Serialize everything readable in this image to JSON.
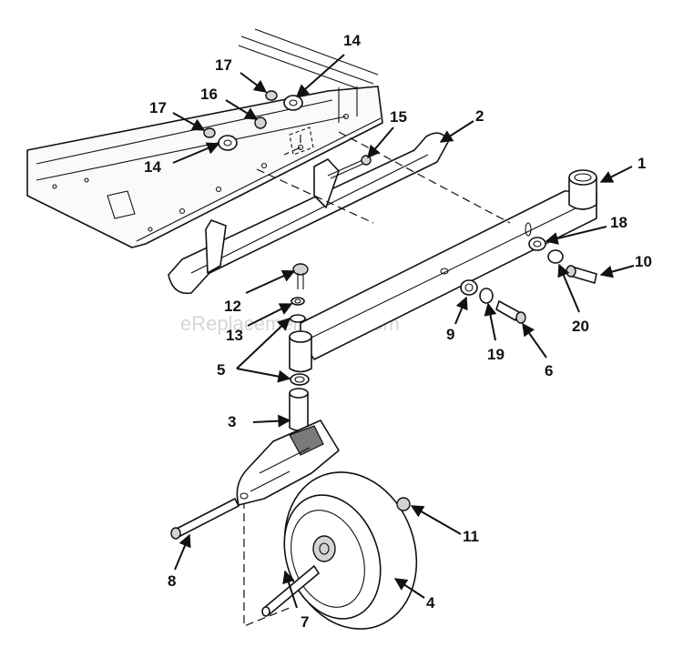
{
  "watermark": "eReplacementParts.com",
  "callouts": {
    "c1": "1",
    "c2": "2",
    "c3": "3",
    "c4": "4",
    "c5": "5",
    "c6": "6",
    "c7": "7",
    "c8": "8",
    "c9": "9",
    "c10": "10",
    "c11": "11",
    "c12": "12",
    "c13": "13",
    "c14a": "14",
    "c14b": "14",
    "c15": "15",
    "c16": "16",
    "c17a": "17",
    "c17b": "17",
    "c18": "18",
    "c19": "19",
    "c20": "20"
  }
}
